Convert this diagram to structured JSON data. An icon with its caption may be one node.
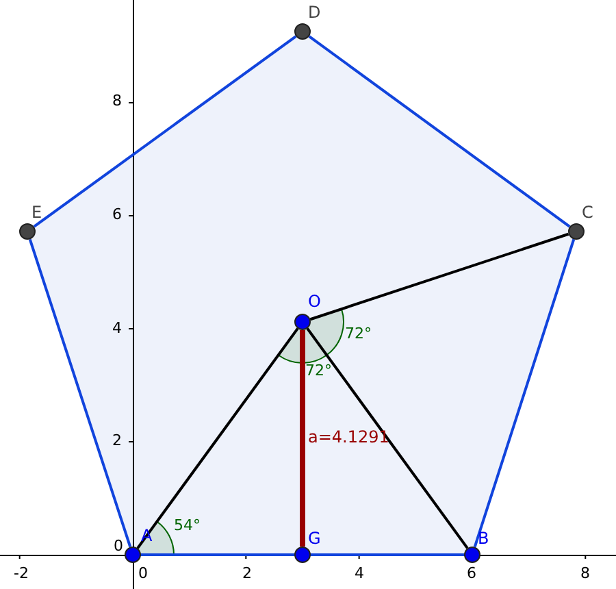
{
  "diagram": {
    "nodes": [
      {
        "text": [
          "D"
        ]
      },
      {
        "text": [
          "E"
        ]
      },
      {
        "text": [
          "C"
        ]
      },
      {
        "text": [
          "O"
        ]
      },
      {
        "text": [
          "A"
        ]
      },
      {
        "text": [
          "G"
        ]
      },
      {
        "text": [
          "B"
        ]
      }
    ],
    "edges": [
      {
        "from": 4,
        "to": 6,
        "arrow": "none"
      },
      {
        "from": 6,
        "to": 2,
        "arrow": "none"
      },
      {
        "from": 2,
        "to": 0,
        "arrow": "none"
      },
      {
        "from": 0,
        "to": 1,
        "arrow": "none"
      },
      {
        "from": 1,
        "to": 4,
        "arrow": "none"
      },
      {
        "from": 3,
        "to": 4,
        "arrow": "none",
        "color": "#000000"
      },
      {
        "from": 3,
        "to": 6,
        "arrow": "none",
        "color": "#000000"
      },
      {
        "from": 3,
        "to": 2,
        "arrow": "none",
        "color": "#000000"
      },
      {
        "from": 3,
        "to": 5,
        "arrow": "none",
        "label": "a=4.1291",
        "style": "thick",
        "color": "#990000"
      }
    ],
    "labels": [
      "8",
      "6",
      "4",
      "72°",
      "72°",
      "2",
      "54°",
      "0",
      "-2",
      "0",
      "2",
      "4",
      "6",
      "8"
    ]
  }
}
